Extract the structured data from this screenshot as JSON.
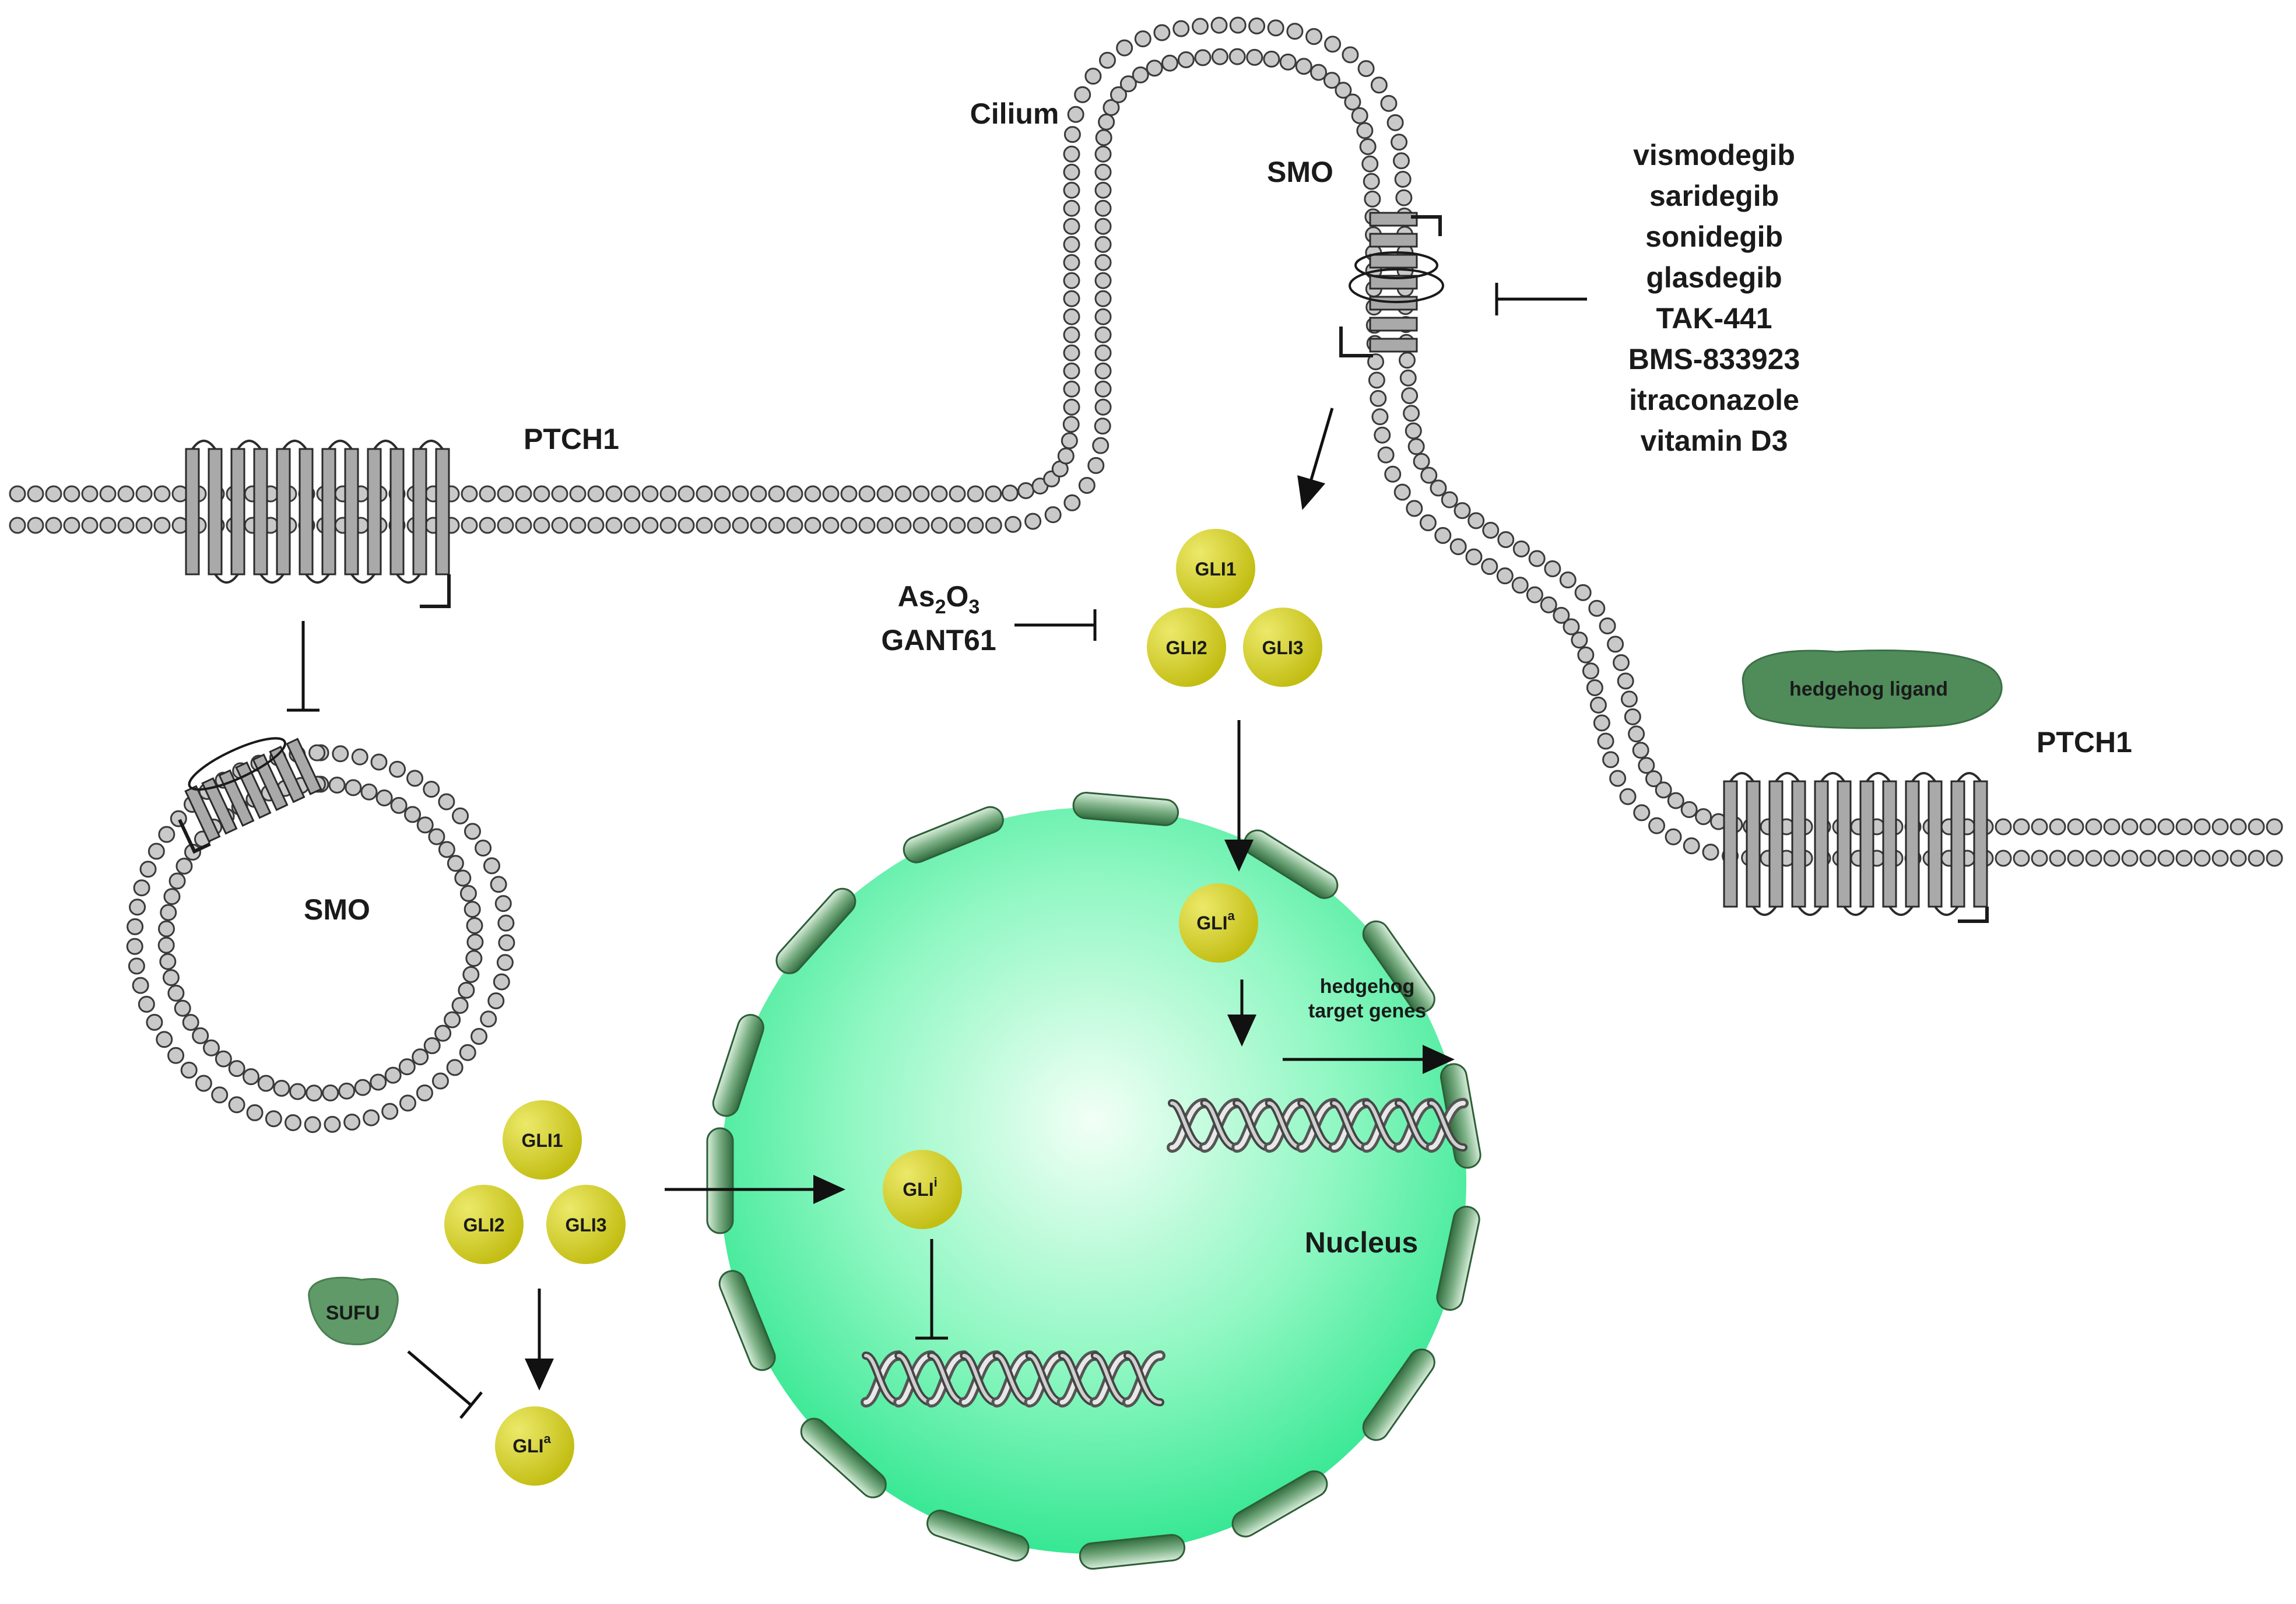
{
  "labels": {
    "cilium": "Cilium",
    "smo_top": "SMO",
    "smo_vesicle": "SMO",
    "ptch1_left": "PTCH1",
    "ptch1_right": "PTCH1",
    "hedgehog_ligand": "hedgehog ligand",
    "nucleus": "Nucleus",
    "target_genes_line1": "hedgehog",
    "target_genes_line2": "target genes",
    "sufu": "SUFU"
  },
  "smo_inhibitors": [
    "vismodegib",
    "saridegib",
    "sonidegib",
    "glasdegib",
    "TAK-441",
    "BMS-833923",
    "itraconazole",
    "vitamin D3"
  ],
  "gli_inhibitors": {
    "as2o3_base": "As",
    "as2o3_sub1": "2",
    "as2o3_mid": "O",
    "as2o3_sub2": "3",
    "gant61": "GANT61"
  },
  "gli_top": [
    "GLI1",
    "GLI2",
    "GLI3"
  ],
  "gli_bottom": [
    "GLI1",
    "GLI2",
    "GLI3"
  ],
  "gli_active_nuclear": {
    "base": "GLI",
    "sup": "a"
  },
  "gli_inactive": {
    "base": "GLI",
    "sup": "i"
  },
  "gli_active_bottom": {
    "base": "GLI",
    "sup": "a"
  },
  "colors": {
    "gli": "#c9c41a",
    "membrane_bead": "#c4c4c4",
    "receptor": "#a8a8a8",
    "sufu": "#5f9a68",
    "ligand": "#4f8c5a",
    "nucleus_center": "#e6ffee",
    "nucleus_edge": "#2be08a",
    "pore": "#3f7f4f"
  }
}
